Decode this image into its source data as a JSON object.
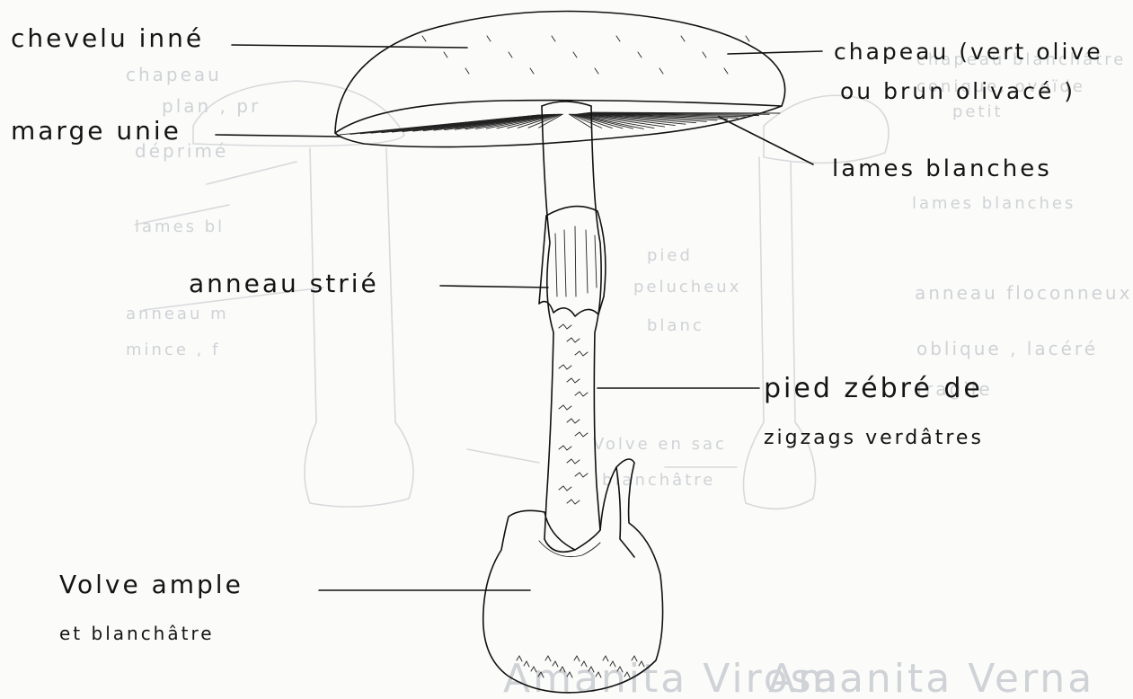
{
  "labels": {
    "chevelu": "chevelu inné",
    "marge": "marge unie",
    "anneau": "anneau strié",
    "volve_1": "Volve ample",
    "volve_2": "et blanchâtre",
    "chapeau_1": "chapeau (vert olive",
    "chapeau_2": "ou brun olivacé )",
    "lames": "lames blanches",
    "pied_1": "pied zébré de",
    "pied_2": "zigzags verdâtres"
  },
  "colors": {
    "ink": "#111111",
    "paper": "#fbfbf9",
    "show_through": "#cfd2d6"
  }
}
